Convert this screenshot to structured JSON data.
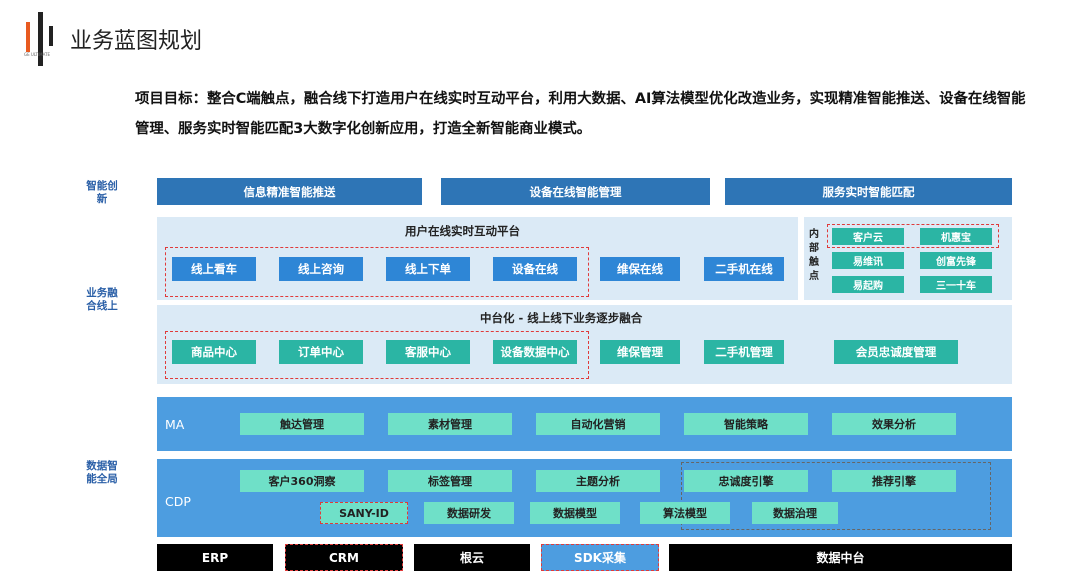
{
  "header": {
    "logo_text": "GE ULTIMATE",
    "title": "业务蓝图规划"
  },
  "goal_text": "项目目标：整合C端触点，融合线下打造用户在线实时互动平台，利用大数据、AI算法模型优化改造业务，实现精准智能推送、设备在线智能管理、服务实时智能匹配3大数字化创新应用，打造全新智能商业模式。",
  "categories": {
    "smart_innovation": "智能创新",
    "business_online": "业务融合线上",
    "data_global": "数据智能全局"
  },
  "innovation": [
    "信息精准智能推送",
    "设备在线智能管理",
    "服务实时智能匹配"
  ],
  "platform": {
    "title": "用户在线实时互动平台",
    "items": [
      "线上看车",
      "线上咨询",
      "线上下单",
      "设备在线",
      "维保在线",
      "二手机在线"
    ]
  },
  "internal": {
    "label": "内部触点",
    "items": [
      "客户云",
      "机惠宝",
      "易维讯",
      "创富先锋",
      "易起购",
      "三一十车"
    ]
  },
  "middle": {
    "title": "中台化 - 线上线下业务逐步融合",
    "items": [
      "商品中心",
      "订单中心",
      "客服中心",
      "设备数据中心",
      "维保管理",
      "二手机管理",
      "会员忠诚度管理"
    ]
  },
  "ma": {
    "label": "MA",
    "items": [
      "触达管理",
      "素材管理",
      "自动化营销",
      "智能策略",
      "效果分析"
    ]
  },
  "cdp": {
    "label": "CDP",
    "row1": [
      "客户360洞察",
      "标签管理",
      "主题分析",
      "忠诚度引擎",
      "推荐引擎"
    ],
    "row2": [
      "SANY-ID",
      "数据研发",
      "数据模型",
      "算法模型",
      "数据治理"
    ]
  },
  "bottom": [
    "ERP",
    "CRM",
    "根云",
    "SDK采集",
    "数据中台"
  ],
  "colors": {
    "innovation_bar": "#2e75b6",
    "panel_light": "#dbeaf6",
    "panel_mid": "#4d9de0",
    "tile_blue": "#2e86d6",
    "tile_teal": "#2bb5a4",
    "tile_mint": "#6fe0c8",
    "dashed_red": "#e03a3a",
    "logo_accent": "#e85a20"
  }
}
